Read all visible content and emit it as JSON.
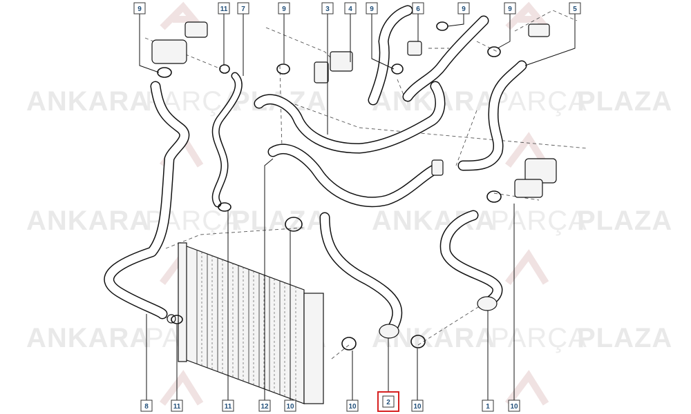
{
  "watermark": {
    "word1": "ANKARA",
    "word2": "PARÇA",
    "word3": "PLAZA"
  },
  "callouts": {
    "top": {
      "c9a": "9",
      "c11a": "11",
      "c7": "7",
      "c9b": "9",
      "c3": "3",
      "c4": "4",
      "c9c": "9",
      "c6": "6",
      "c9d": "9",
      "c9e": "9",
      "c5": "5"
    },
    "bottom": {
      "c8": "8",
      "c11b": "11",
      "c11c": "11",
      "c12": "12",
      "c10a": "10",
      "c10b": "10",
      "c2": "2",
      "c10c": "10",
      "c1": "1",
      "c10d": "10"
    }
  },
  "highlight": {
    "part": "2",
    "color": "#d62020"
  },
  "colors": {
    "callout_text": "#1f4e79",
    "line": "#111111"
  }
}
